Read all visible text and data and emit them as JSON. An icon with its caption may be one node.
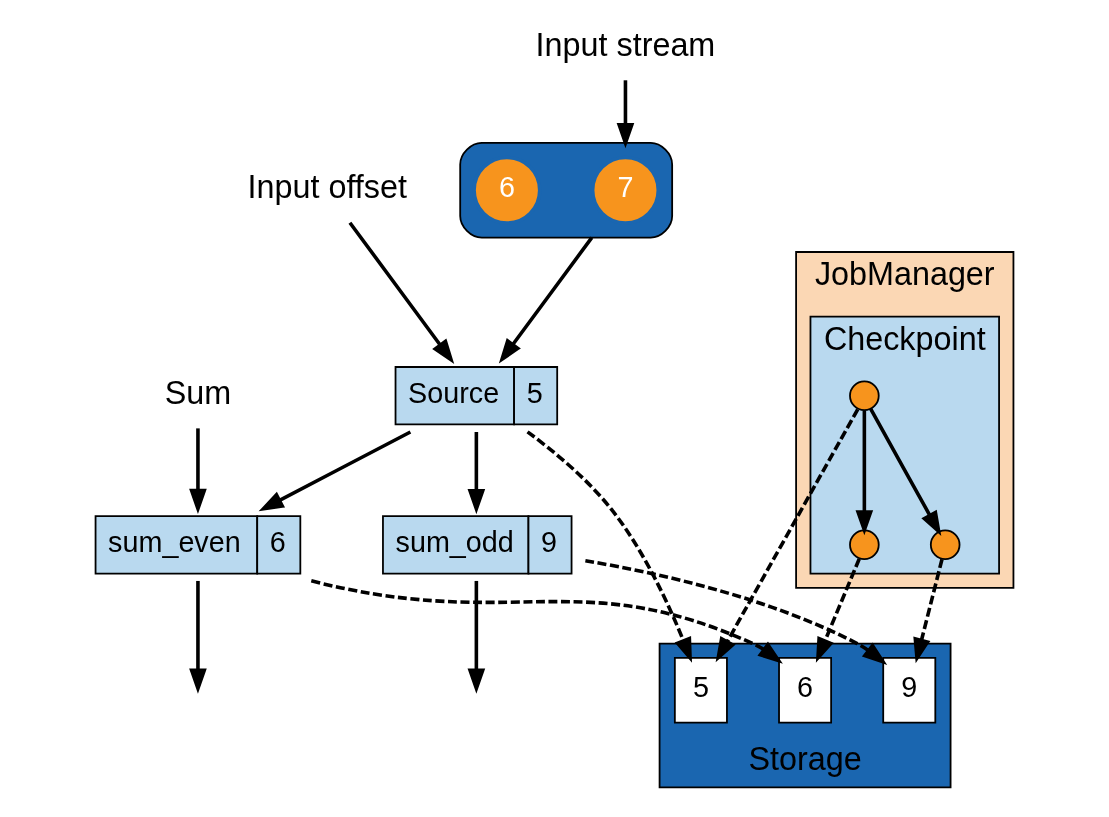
{
  "diagram": {
    "nodes": [
      {
        "text": [
          "Input stream"
        ]
      },
      {
        "text": [
          "Input offset"
        ]
      },
      {
        "text": [
          "Sum"
        ]
      },
      {
        "text": [],
        "shape": "cylinder"
      },
      {
        "text": [
          "7"
        ],
        "in": 3
      },
      {
        "text": [
          "6"
        ],
        "in": 3
      },
      {
        "text": [
          "Source",
          "5"
        ]
      },
      {
        "text": [
          "sum_even",
          "6"
        ]
      },
      {
        "text": [
          "sum_odd",
          "9"
        ]
      },
      {
        "text": [
          "JobManager"
        ]
      },
      {
        "text": [
          "Checkpoint"
        ],
        "in": 9
      },
      {
        "text": [],
        "shape": "circle",
        "in": 10
      },
      {
        "text": [],
        "shape": "circle",
        "in": 10
      },
      {
        "text": [],
        "shape": "circle",
        "in": 10
      },
      {
        "text": [
          "Storage"
        ]
      },
      {
        "text": [
          "5"
        ],
        "in": 14
      },
      {
        "text": [
          "6"
        ],
        "in": 14
      },
      {
        "text": [
          "9"
        ],
        "in": 14
      }
    ],
    "edges": [
      {
        "from": 0,
        "to": 3,
        "arrow": "to"
      },
      {
        "from": 1,
        "to": 6,
        "arrow": "to"
      },
      {
        "from": 2,
        "to": 7,
        "arrow": "to"
      },
      {
        "from": 3,
        "to": 6,
        "arrow": "to"
      },
      {
        "from": 6,
        "to": 7,
        "arrow": "to"
      },
      {
        "from": 6,
        "to": 8,
        "arrow": "to"
      },
      {
        "from": 7,
        "to": null,
        "arrow": "to"
      },
      {
        "from": 8,
        "to": null,
        "arrow": "to"
      },
      {
        "from": 6,
        "to": 15,
        "arrow": "to",
        "style": "dashed"
      },
      {
        "from": 7,
        "to": 16,
        "arrow": "to",
        "style": "dashed"
      },
      {
        "from": 8,
        "to": 17,
        "arrow": "to",
        "style": "dashed"
      },
      {
        "from": 11,
        "to": 12,
        "arrow": "to"
      },
      {
        "from": 11,
        "to": 13,
        "arrow": "to"
      },
      {
        "from": 11,
        "to": 15,
        "arrow": "to",
        "style": "dashed"
      },
      {
        "from": 12,
        "to": 16,
        "arrow": "to",
        "style": "dashed"
      },
      {
        "from": 13,
        "to": 17,
        "arrow": "to",
        "style": "dashed"
      }
    ]
  }
}
